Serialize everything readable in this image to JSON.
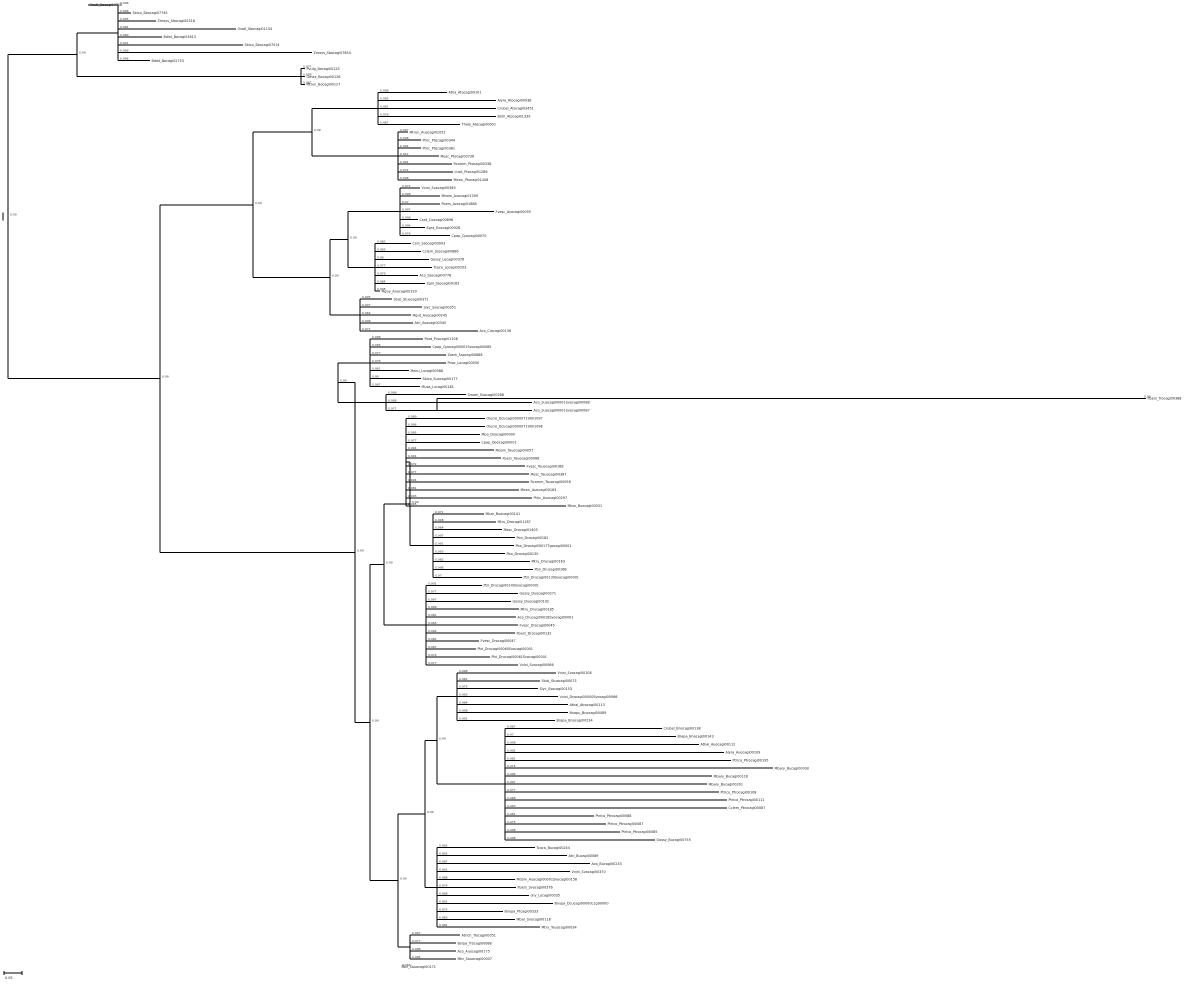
{
  "colors": {
    "branch": "#000000",
    "label": "#222222",
    "background": "#ffffff"
  },
  "legend": {
    "scale_label": "0.05"
  },
  "tree": {
    "tips": [
      {
        "name": "Osati_Bocagi07708",
        "support": "0.998"
      },
      {
        "name": "Sbico_Sbocagi07745",
        "support": "0.996"
      },
      {
        "name": "Zmays_Sbocagi00318",
        "support": "0.995"
      },
      {
        "name": "Osati_Sbocagi01154",
        "support": "0.981"
      },
      {
        "name": "Bdist_Bocagi03813",
        "support": "0.969"
      },
      {
        "name": "Sbico_Sbocagi07014",
        "support": "0.941"
      },
      {
        "name": "Zmays_Sbocagi07854",
        "support": "0.909"
      },
      {
        "name": "Bdist_Bocagi02753",
        "support": "0.996"
      },
      {
        "name": "Pvulg_Bocagi00125",
        "support": "0.977"
      },
      {
        "name": "Gmax_Bocagi00126",
        "support": "0.998"
      },
      {
        "name": "Mtrun_Bocagi00127",
        "support": "0.967"
      },
      {
        "name": "Atha_Atocagi09101",
        "support": "0.998"
      },
      {
        "name": "Alyra_Atocagi00938",
        "support": "0.995"
      },
      {
        "name": "Crubel_Atocagi03451",
        "support": "0.991"
      },
      {
        "name": "Bstri_Atocagi01339",
        "support": "0.978"
      },
      {
        "name": "Thalo_Atocagi00001",
        "support": "0.967"
      },
      {
        "name": "Mtrun_Auocagi01052",
        "support": "0.997"
      },
      {
        "name": "Ptric_Ptocagi00344",
        "support": "0.998"
      },
      {
        "name": "Ptric_Ptocagi00381",
        "support": "0.994"
      },
      {
        "name": "Mesc_Ptocagi00736",
        "support": "0.912"
      },
      {
        "name": "Rcomm_Ptocagi00338",
        "support": "0.991"
      },
      {
        "name": "Lusit_Ptocagi01286",
        "support": "0.972"
      },
      {
        "name": "Mexic_Ptocagi01448",
        "support": "0.998"
      },
      {
        "name": "Vvini_Svocagi00365",
        "support": "0.972"
      },
      {
        "name": "Mdom_Auocagi01309",
        "support": "0.998"
      },
      {
        "name": "Ppers_Avocagi01888",
        "support": "0.97"
      },
      {
        "name": "Fvesc_Avocagi00055",
        "support": "0.997"
      },
      {
        "name": "Csat_Cuocagi00896",
        "support": "0.998"
      },
      {
        "name": "Egra_Euocagi00928",
        "support": "0.994"
      },
      {
        "name": "Cpap_Cpocagi00070",
        "support": "0.976"
      },
      {
        "name": "Csin_Ssocagi00003",
        "support": "0.982"
      },
      {
        "name": "Cclem_Ssocagi00886",
        "support": "0.995"
      },
      {
        "name": "Gossy_Locagi00376",
        "support": "0.99"
      },
      {
        "name": "Tcaca_Locagi00203",
        "support": "0.977"
      },
      {
        "name": "Aco_Ssocagi00778",
        "support": "0.979"
      },
      {
        "name": "Spol_Ssocagi00183",
        "support": "0.984"
      },
      {
        "name": "Mguy_Auocagi00320",
        "support": "0.998"
      },
      {
        "name": "Stub_Stuocagi00371",
        "support": "0.995"
      },
      {
        "name": "Slyc_Ssocagi00351",
        "support": "0.997"
      },
      {
        "name": "Mgut_Auocagi00245",
        "support": "0.964"
      },
      {
        "name": "Atri_Avocagi00345",
        "support": "0.998"
      },
      {
        "name": "Aco_Crocagi00136",
        "support": "0.971"
      },
      {
        "name": "Ppat_Pvocagi01106",
        "support": "0.998"
      },
      {
        "name": "Cpap_Cpocagi00001Svocagi00085",
        "support": "0.995"
      },
      {
        "name": "Zosm_Ssocagi00888",
        "support": "0.977"
      },
      {
        "name": "Pdac_Lucagi00050",
        "support": "0.976"
      },
      {
        "name": "Macu_Lucagi00988",
        "support": "0.981"
      },
      {
        "name": "Sbico_Suocagi00177",
        "support": "0.99"
      },
      {
        "name": "Musa_Lucagi00181",
        "support": "0.987"
      },
      {
        "name": "Smoel_Suocagi00288",
        "support": "0.998"
      },
      {
        "name": "Aco_Suocagi00001Svocagi00088",
        "support": "0.998"
      },
      {
        "name": "Aco_Suocagi00001Svocagi00087",
        "support": "0.971"
      },
      {
        "name": "Olucio_Dcucagi00000719001097",
        "support": "0.989"
      },
      {
        "name": "Olucio_Dcucagi00000719001098",
        "support": "0.996"
      },
      {
        "name": "Mpo_Doocagi00000",
        "support": "0.995"
      },
      {
        "name": "Cpap_Doocagi00001",
        "support": "0.977"
      },
      {
        "name": "Mdom_Tauocagi00057",
        "support": "0.994"
      },
      {
        "name": "Ppers_Tauocagi00068",
        "support": "0.991"
      },
      {
        "name": "Fvesc_Tauocagi00168",
        "support": "0.972"
      },
      {
        "name": "Mesc_Tauocagi00387",
        "support": "0.977"
      },
      {
        "name": "Rcomm_Tauocagi00058",
        "support": "0.994"
      },
      {
        "name": "Mexic_Auocagi00163",
        "support": "0.981"
      },
      {
        "name": "Ptric_Auocagi00297",
        "support": "0.993"
      },
      {
        "name": "Mbar_Buocagi00031",
        "support": "0.995"
      },
      {
        "name": "Mbar_Buocagi00141",
        "support": "0.971"
      },
      {
        "name": "Mtru_Drocagi01187",
        "support": "0.998"
      },
      {
        "name": "Mesc_Drocagi01403",
        "support": "0.964"
      },
      {
        "name": "Pbn_Drocagi00182",
        "support": "0.997"
      },
      {
        "name": "Pbn_Drocagi00017Tgocagi00001",
        "support": "0.991"
      },
      {
        "name": "Pbn_Drocagi00130",
        "support": "0.993"
      },
      {
        "name": "Mtru_Drucagi00163",
        "support": "0.982"
      },
      {
        "name": "Pbn_Drucagi00168",
        "support": "0.996"
      },
      {
        "name": "Ptri_Drucagi00139Svocagi00001",
        "support": "0.97"
      },
      {
        "name": "Ptri_Drucagi00140Svocagi00001",
        "support": "0.991"
      },
      {
        "name": "Gossy_Duocagi00271",
        "support": "0.977"
      },
      {
        "name": "Gossy_Duocagi00192",
        "support": "0.997"
      },
      {
        "name": "Mtru_Drucagi00185",
        "support": "0.998"
      },
      {
        "name": "Aco_Drucagi00018Svocagi00001",
        "support": "0.981"
      },
      {
        "name": "Fvesc_Drocagi00045",
        "support": "0.965"
      },
      {
        "name": "Ppers_Drocagi00132",
        "support": "0.994"
      },
      {
        "name": "Fvesc_Drocagi00047",
        "support": "0.982"
      },
      {
        "name": "Ptri_Drucagi00060Svocagi00001",
        "support": "0.997"
      },
      {
        "name": "Ptri_Drucagi00061Svocagi00001",
        "support": "0.974"
      },
      {
        "name": "Vvini_Svocagi00066",
        "support": "0.977"
      },
      {
        "name": "Vvini_Svocagi00108",
        "support": "0.998"
      },
      {
        "name": "Stub_Stuocagi00073",
        "support": "0.961"
      },
      {
        "name": "Slyc_Ssocagi00153",
        "support": "0.975"
      },
      {
        "name": "Vvini_Drocagi00000Svocagi00066",
        "support": "0.993"
      },
      {
        "name": "Athal_Atrocagi00113",
        "support": "0.984"
      },
      {
        "name": "Bnapu_Bnocagi00089",
        "support": "0.998"
      },
      {
        "name": "Brapa_Bnocagi00234",
        "support": "0.991"
      },
      {
        "name": "Crubel_Bnocagi00138",
        "support": "0.987"
      },
      {
        "name": "Brapa_Bnocagi00143",
        "support": "0.97"
      },
      {
        "name": "Athal_Auocagi00112",
        "support": "0.998"
      },
      {
        "name": "Alyra_Auocagi00109",
        "support": "0.992"
      },
      {
        "name": "Ptrico_Ptrocagi00195",
        "support": "0.981"
      },
      {
        "name": "Mbary_Bucagi00030",
        "support": "0.974"
      },
      {
        "name": "Mbary_Bucagi00116",
        "support": "0.996"
      },
      {
        "name": "Mbary_Bucagi00201",
        "support": "0.997"
      },
      {
        "name": "Ptrico_Ptrocagi00108",
        "support": "0.977"
      },
      {
        "name": "Ptrico_Ptrocagi00111",
        "support": "0.966"
      },
      {
        "name": "Cclem_Ptrocagi00087",
        "support": "0.993"
      },
      {
        "name": "Ptrico_Ptrocagi00088",
        "support": "0.981"
      },
      {
        "name": "Ptrico_Ptrocagi00087",
        "support": "0.975"
      },
      {
        "name": "Ptrico_Ptrocagi00085",
        "support": "0.998"
      },
      {
        "name": "Gossy_Bucagi00755",
        "support": "0.998"
      },
      {
        "name": "Tcaca_Bucagi00244",
        "support": "0.965"
      },
      {
        "name": "Atri_Bucagi00089",
        "support": "0.992"
      },
      {
        "name": "Aco_Bucagi00233",
        "support": "0.987"
      },
      {
        "name": "Vvini_Svocagi00370",
        "support": "0.961"
      },
      {
        "name": "Mdom_Auocagi00001Svocagi00158",
        "support": "0.988"
      },
      {
        "name": "Ppers_Svocagi00376",
        "support": "0.974"
      },
      {
        "name": "Gry_Locagi00035",
        "support": "0.968"
      },
      {
        "name": "Bnupa_Dcucagi00000L1g00000",
        "support": "0.991"
      },
      {
        "name": "Bnupa_Ptcagi00333",
        "support": "0.975"
      },
      {
        "name": "Mbar_Svocagi00118",
        "support": "0.983"
      },
      {
        "name": "Mtru_Tauocagi00034",
        "support": "0.981"
      },
      {
        "name": "Atrich_Trocagi00051",
        "support": "0.997"
      },
      {
        "name": "Bsrpa_Trocagi00088",
        "support": "0.977"
      },
      {
        "name": "Aco_Auocagi00175",
        "support": "0.998"
      },
      {
        "name": "Mbr_Sauocagi00007",
        "support": "0.994"
      },
      {
        "name": "Mbr_Sauocagi00171",
        "support": "0.966"
      }
    ],
    "long_branch_tip": {
      "name": "Ppers_Trocagi00388",
      "support": "0.98"
    }
  }
}
